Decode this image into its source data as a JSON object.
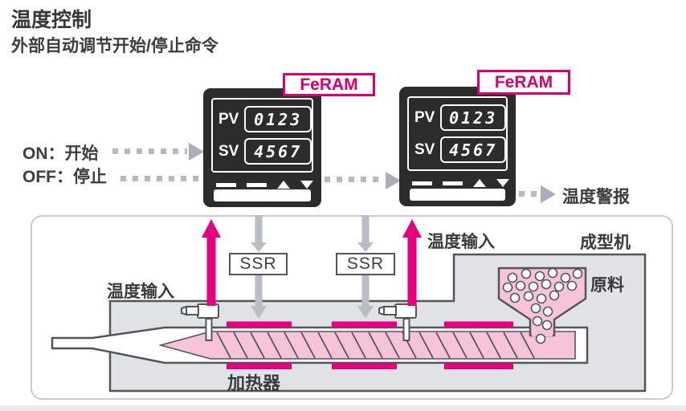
{
  "page": {
    "title": "温度控制",
    "subtitle": "外部自动调节开始/停止命令"
  },
  "signals": {
    "on": "ON：开始",
    "off": "OFF：停止",
    "alarm": "温度警报"
  },
  "controllers": [
    {
      "feram": "FeRAM",
      "pv_label": "PV",
      "pv_value": "0123",
      "sv_label": "SV",
      "sv_value": "4567"
    },
    {
      "feram": "FeRAM",
      "pv_label": "PV",
      "pv_value": "0123",
      "sv_label": "SV",
      "sv_value": "4567"
    }
  ],
  "machine": {
    "name": "成型机",
    "ssr1": "SSR",
    "ssr2": "SSR",
    "temp_input_left": "温度输入",
    "temp_input_right": "温度输入",
    "material": "原料",
    "heater": "加热器"
  },
  "colors": {
    "feram_magenta": "#d60070",
    "signal_magenta": "#e6007e",
    "signal_gray": "#b4b9c3",
    "machine_fill": "#e0e2e6",
    "resin_pink": "#f7c3da",
    "outline_dark": "#54545a"
  }
}
